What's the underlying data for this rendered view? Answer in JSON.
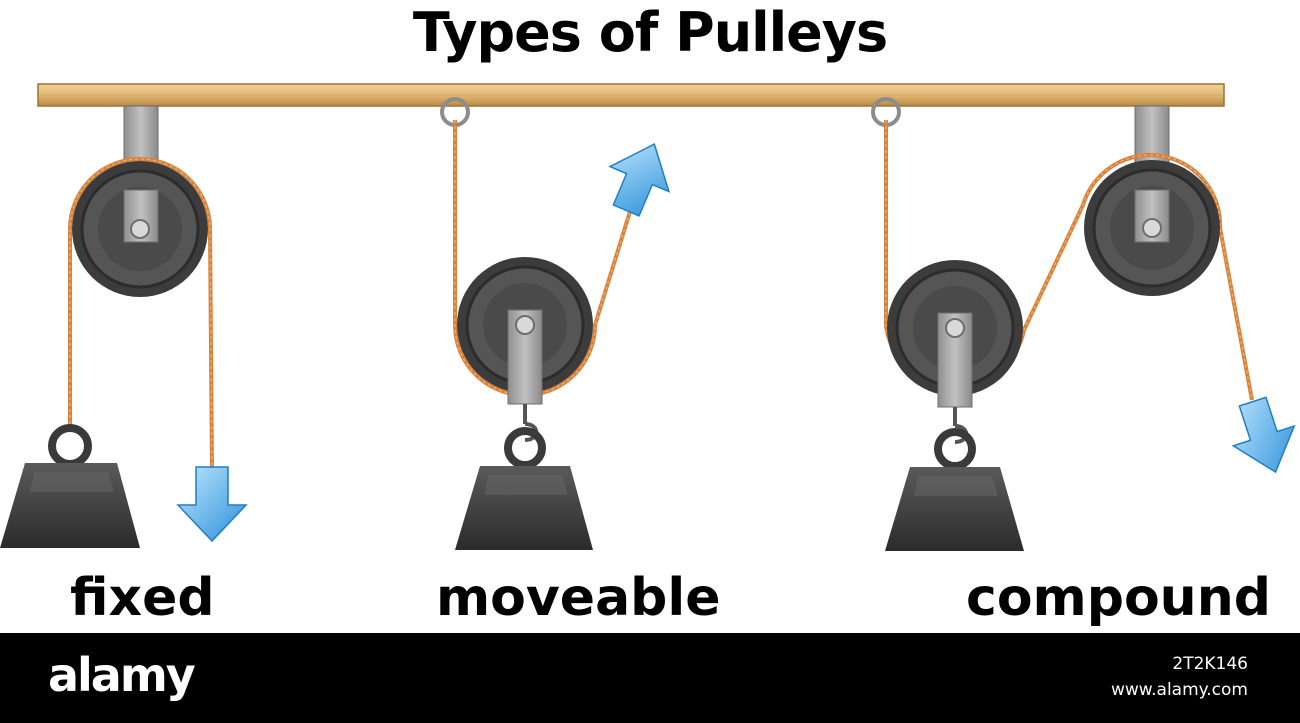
{
  "title": "Types of Pulleys",
  "labels": {
    "fixed": "fixed",
    "moveable": "moveable",
    "compound": "compound"
  },
  "footer": {
    "brand": "alamy",
    "image_id": "2T2K146",
    "site": "www.alamy.com"
  },
  "colors": {
    "beam": "#e2b872",
    "rope": "#d9823a",
    "arrow": "#3aa0e4",
    "weight": "#3d3d3d",
    "wheel": "#4a4a4a",
    "bracket": "#a6a6a6"
  }
}
